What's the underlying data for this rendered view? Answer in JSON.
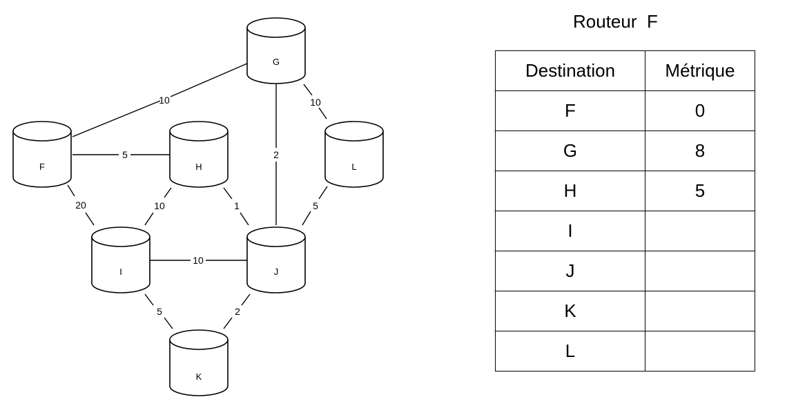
{
  "network": {
    "nodes": [
      {
        "id": "G",
        "label": "G"
      },
      {
        "id": "F",
        "label": "F"
      },
      {
        "id": "H",
        "label": "H"
      },
      {
        "id": "L",
        "label": "L"
      },
      {
        "id": "I",
        "label": "I"
      },
      {
        "id": "J",
        "label": "J"
      },
      {
        "id": "K",
        "label": "K"
      }
    ],
    "links": [
      {
        "from": "F",
        "to": "G",
        "metric": "10"
      },
      {
        "from": "F",
        "to": "H",
        "metric": "5"
      },
      {
        "from": "G",
        "to": "J",
        "metric": "2"
      },
      {
        "from": "G",
        "to": "L",
        "metric": "10"
      },
      {
        "from": "F",
        "to": "I",
        "metric": "20"
      },
      {
        "from": "H",
        "to": "I",
        "metric": "10"
      },
      {
        "from": "H",
        "to": "J",
        "metric": "1"
      },
      {
        "from": "L",
        "to": "J",
        "metric": "5"
      },
      {
        "from": "I",
        "to": "J",
        "metric": "10"
      },
      {
        "from": "I",
        "to": "K",
        "metric": "5"
      },
      {
        "from": "J",
        "to": "K",
        "metric": "2"
      }
    ]
  },
  "routing_table": {
    "title": "Routeur  F",
    "headers": {
      "destination": "Destination",
      "metric": "Métrique"
    },
    "rows": [
      {
        "destination": "F",
        "metric": "0"
      },
      {
        "destination": "G",
        "metric": "8"
      },
      {
        "destination": "H",
        "metric": "5"
      },
      {
        "destination": "I",
        "metric": ""
      },
      {
        "destination": "J",
        "metric": ""
      },
      {
        "destination": "K",
        "metric": ""
      },
      {
        "destination": "L",
        "metric": ""
      }
    ]
  }
}
